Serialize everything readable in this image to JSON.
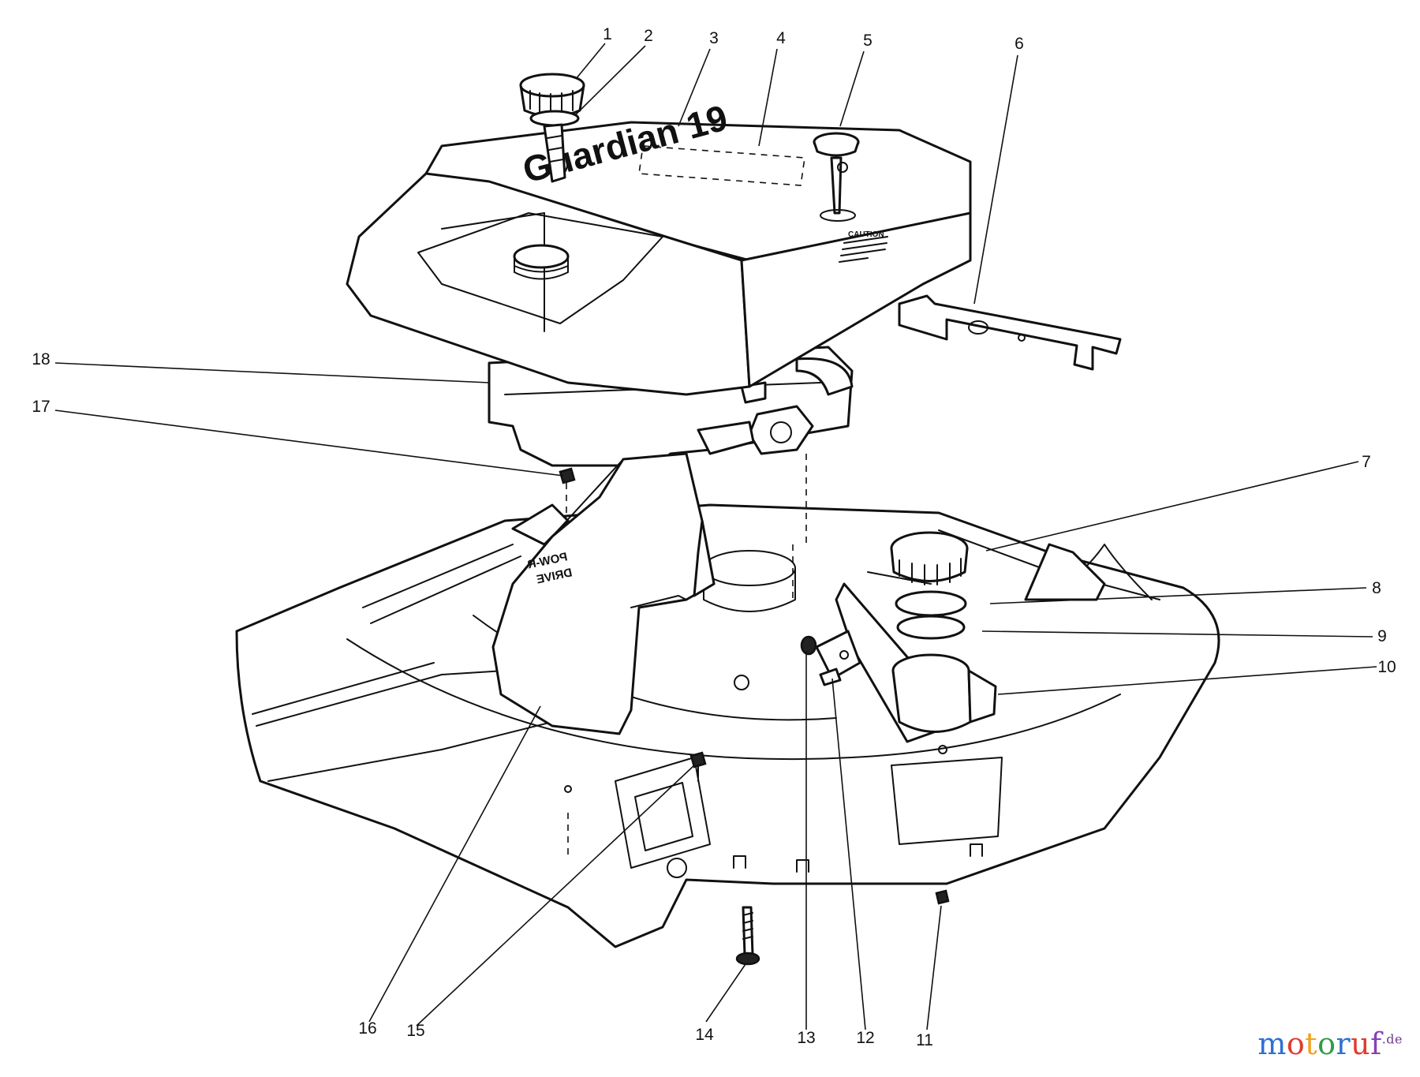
{
  "diagram": {
    "callouts": [
      "1",
      "2",
      "3",
      "4",
      "5",
      "6",
      "7",
      "8",
      "9",
      "10",
      "11",
      "12",
      "13",
      "14",
      "15",
      "16",
      "17",
      "18"
    ],
    "hood_brand": "Guardian 19",
    "hood_warning_heading": "CAUTION",
    "chute_label_line1": "POW-R",
    "chute_label_line2": "DRIVE"
  },
  "watermark": {
    "name": "motoruf",
    "tld": ".de",
    "letter_colors": [
      "#2f6fd6",
      "#e23a2e",
      "#f0a21c",
      "#2f9d48",
      "#2f6fd6",
      "#e23a2e",
      "#8a3fb5"
    ]
  }
}
